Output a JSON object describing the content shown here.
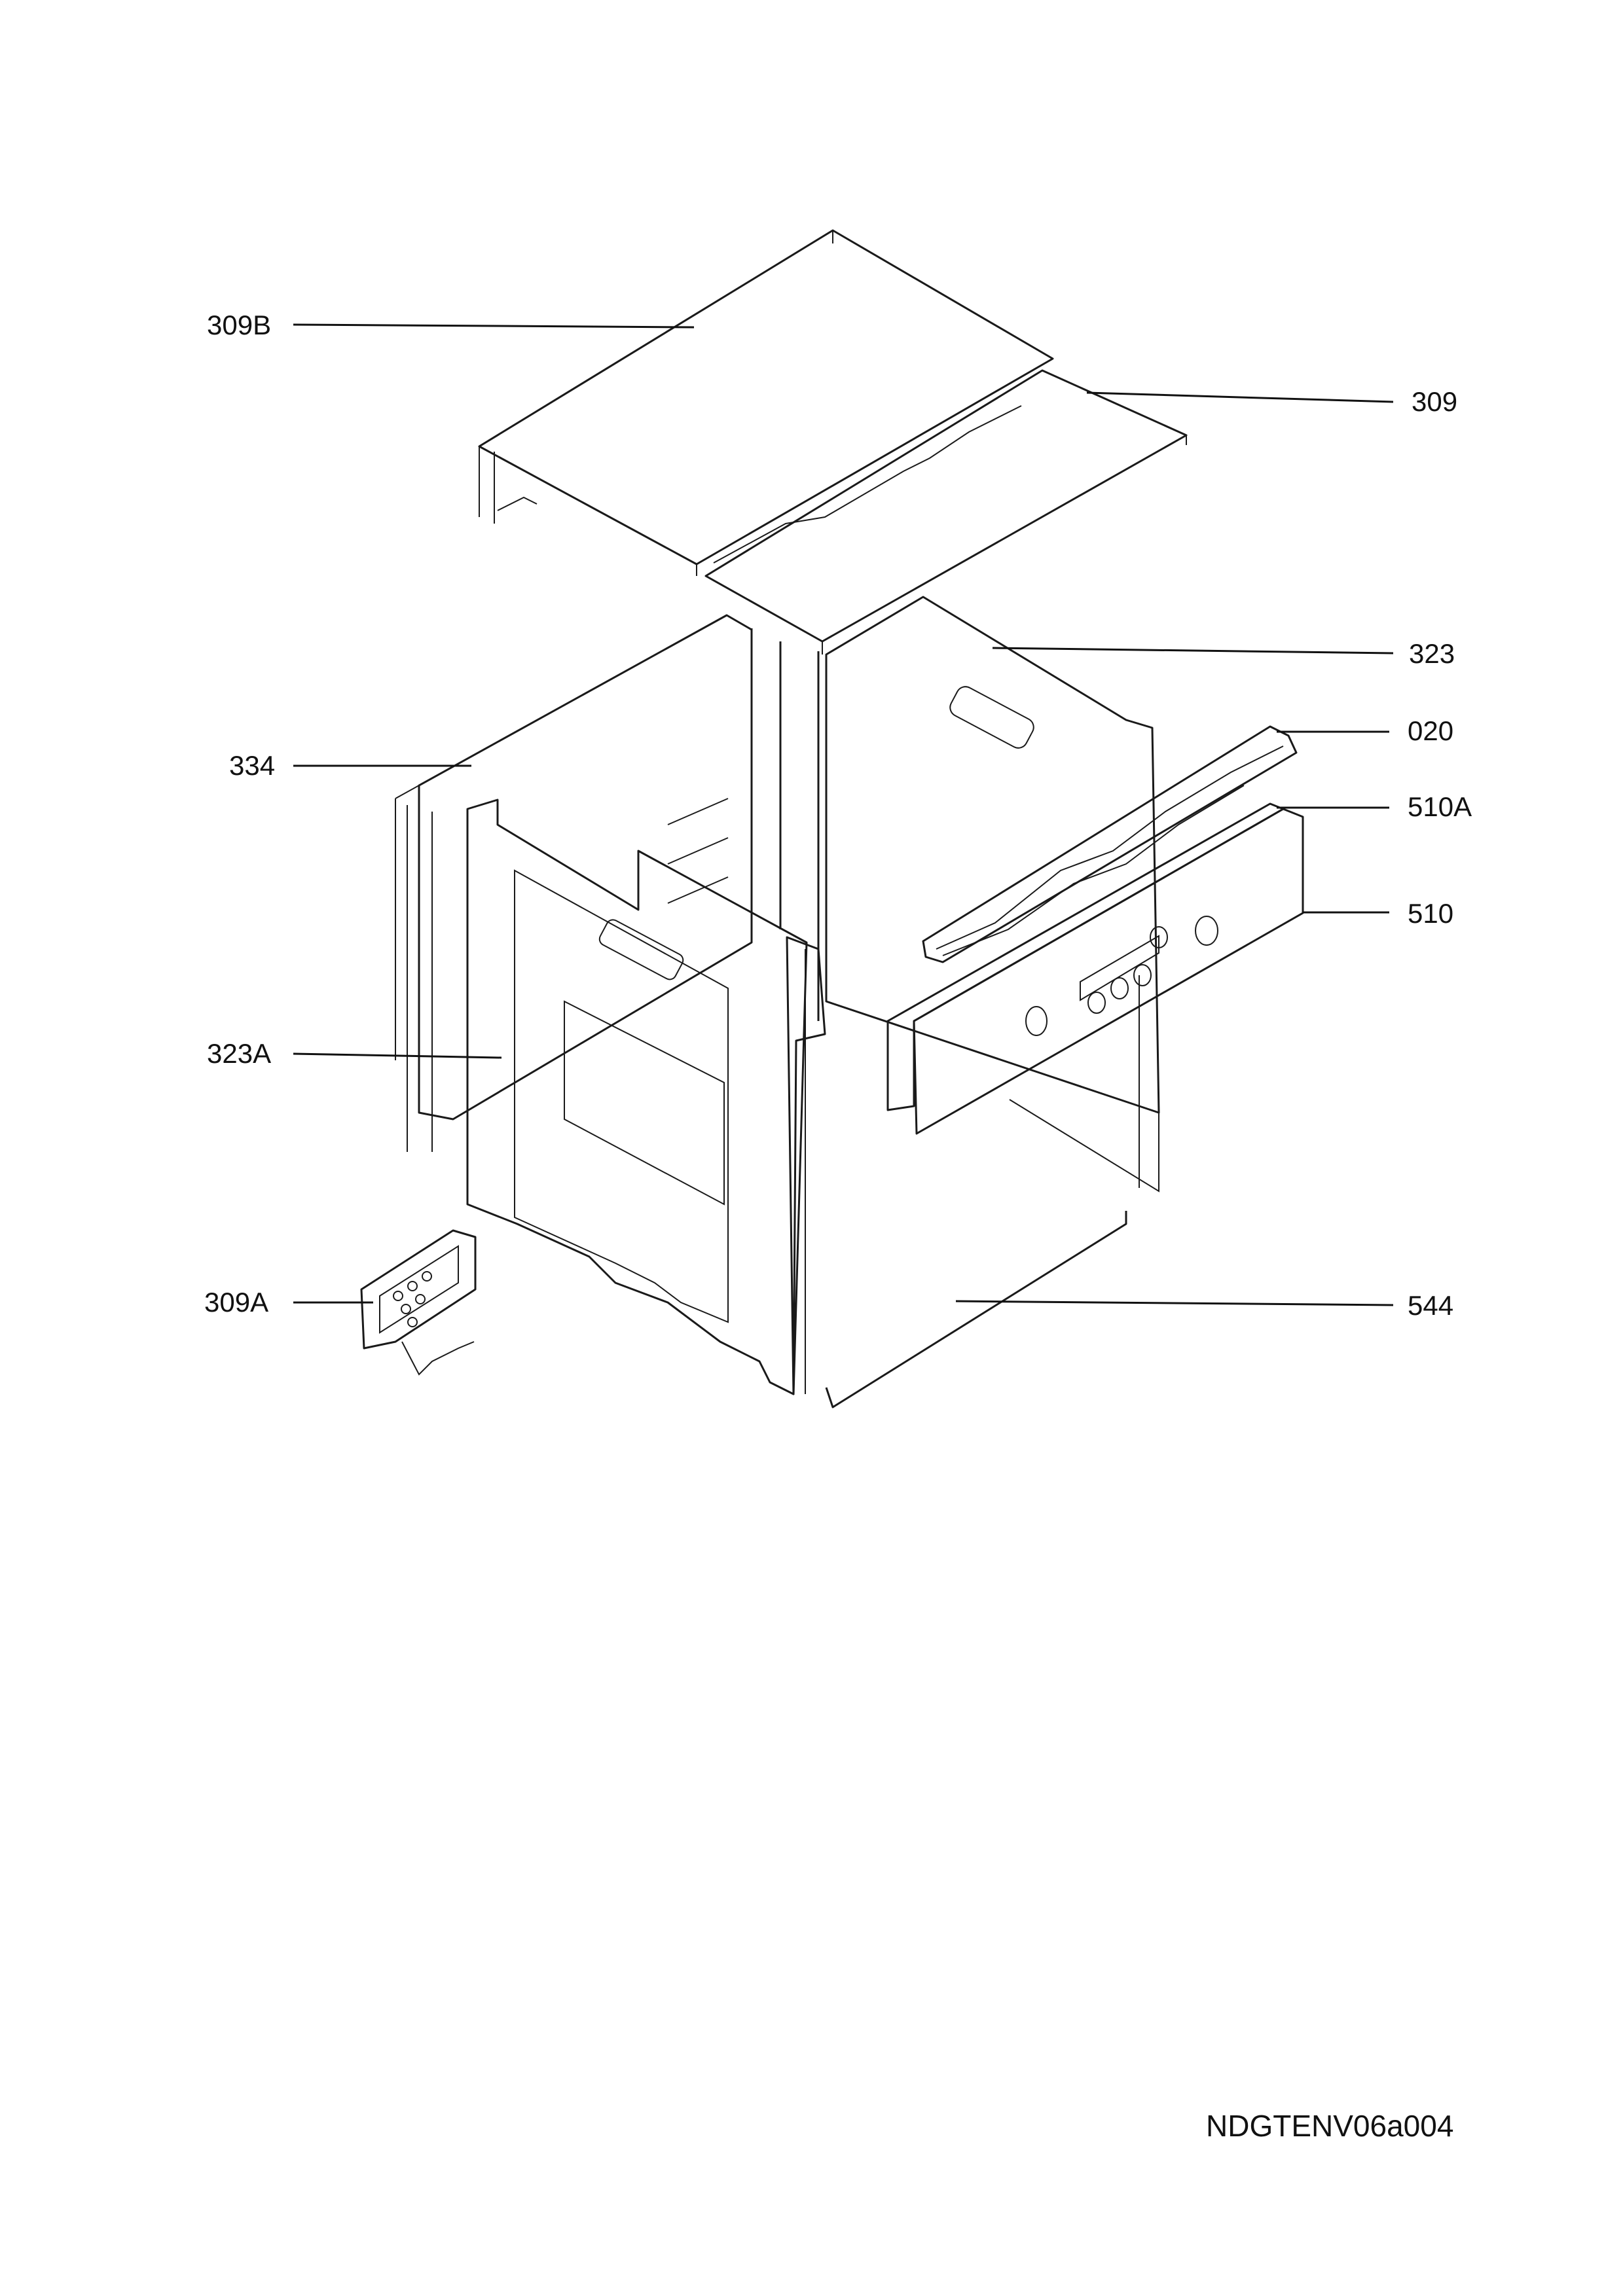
{
  "labels": {
    "l309B": "309B",
    "l309": "309",
    "l323": "323",
    "l020": "020",
    "l334": "334",
    "l510A": "510A",
    "l510": "510",
    "l323A": "323A",
    "l309A": "309A",
    "l544": "544"
  },
  "drawing_code": "NDGTENV06a004"
}
